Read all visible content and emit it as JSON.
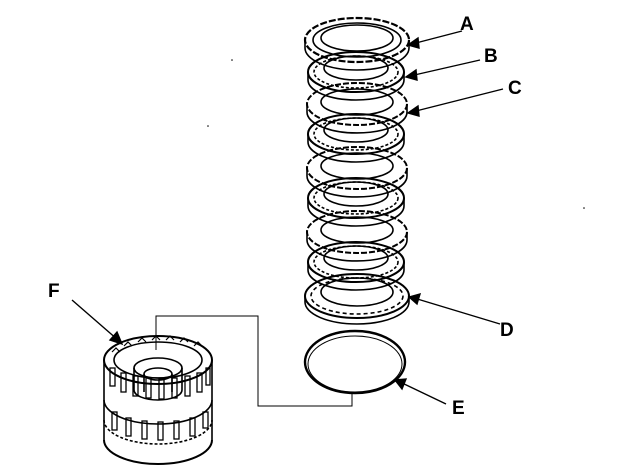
{
  "callouts": {
    "a": "A",
    "b": "B",
    "c": "C",
    "d": "D",
    "e": "E",
    "f": "F"
  },
  "colors": {
    "ink": "#000000",
    "background": "#ffffff"
  },
  "components": [
    "pressure-plate",
    "friction-disc",
    "steel-plate",
    "end-plate",
    "snap-ring",
    "clutch-drum"
  ]
}
